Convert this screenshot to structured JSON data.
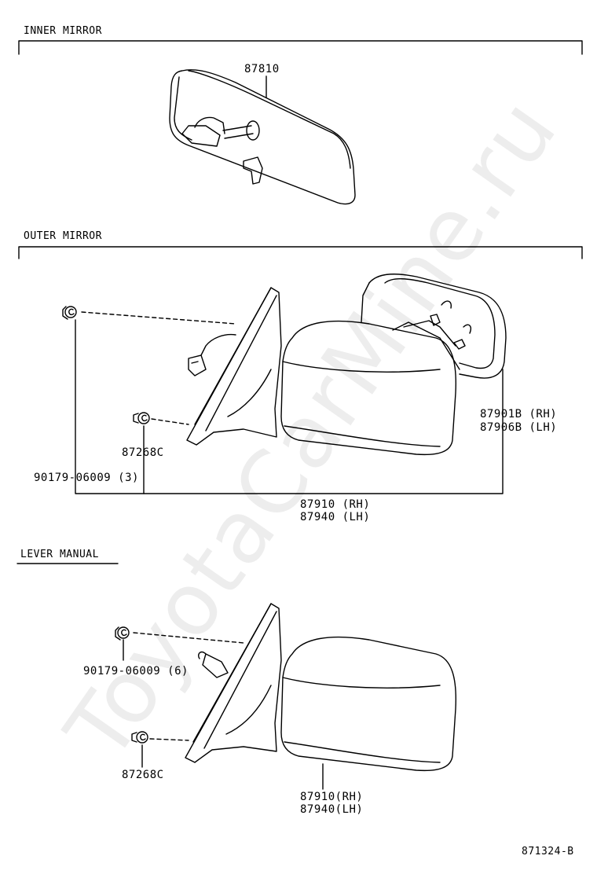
{
  "sections": {
    "inner": "INNER MIRROR",
    "outer": "OUTER MIRROR",
    "lever": "LEVER MANUAL"
  },
  "parts": {
    "inner_mirror": "87810",
    "outer_glass_rh": "87901B (RH)",
    "outer_glass_lh": "87906B (LH)",
    "outer_clip": "87268C",
    "outer_screw": "90179-06009 (3)",
    "outer_assy_rh": "87910 (RH)",
    "outer_assy_lh": "87940 (LH)",
    "lever_screw": "90179-06009 (6)",
    "lever_clip": "87268C",
    "lever_assy_rh": "87910(RH)",
    "lever_assy_lh": "87940(LH)"
  },
  "diagram_code": "871324-B",
  "watermark": "ToyotaCarMine.ru",
  "colors": {
    "line": "#000000",
    "watermark": "#d8d8d8"
  }
}
